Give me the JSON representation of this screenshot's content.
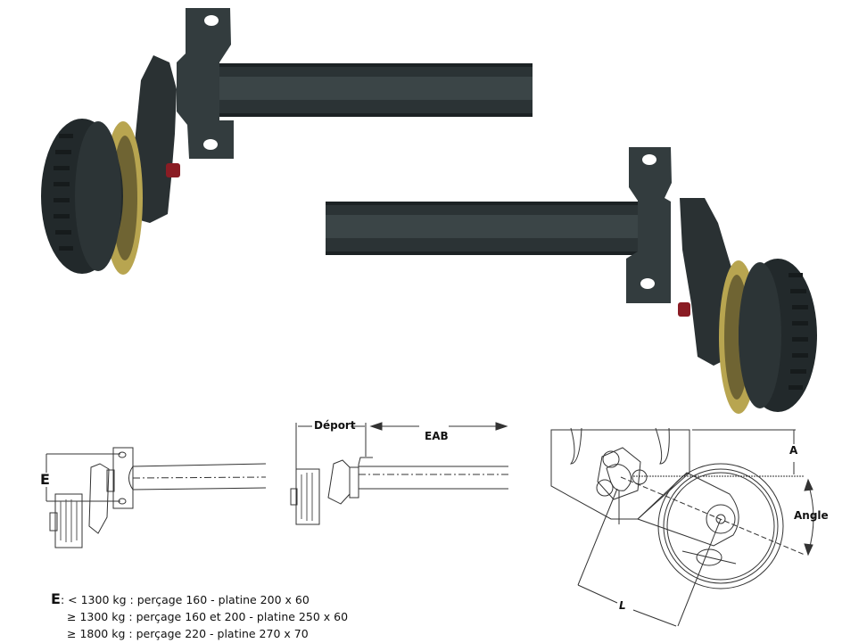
{
  "photos": {
    "left_axle": {
      "label": "axle-photo-left-wheel"
    },
    "right_axle": {
      "label": "axle-photo-right-wheel"
    }
  },
  "drawings": {
    "front_view": {
      "dimension_label": "E"
    },
    "side_view": {
      "offset_label": "Déport",
      "width_label": "EAB"
    },
    "arm_view": {
      "height_label": "A",
      "angle_label": "Angle",
      "length_label": "L"
    }
  },
  "legend": {
    "key": "E",
    "separator": ":",
    "rows": [
      {
        "condition": "< 1300 kg",
        "spec": ": perçage 160 - platine 200 x 60"
      },
      {
        "condition": "≥ 1300 kg",
        "spec": ": perçage 160 et 200 - platine 250 x 60"
      },
      {
        "condition": "≥ 1800 kg",
        "spec": ": perçage 220 - platine 270 x 70"
      }
    ]
  },
  "colors": {
    "axle_body": "#2b3335",
    "axle_highlight": "#3f4a4c",
    "drum": "#1f2527",
    "backing_plate": "#b8a550",
    "valve": "#8a1c24",
    "line_art": "#333333"
  }
}
